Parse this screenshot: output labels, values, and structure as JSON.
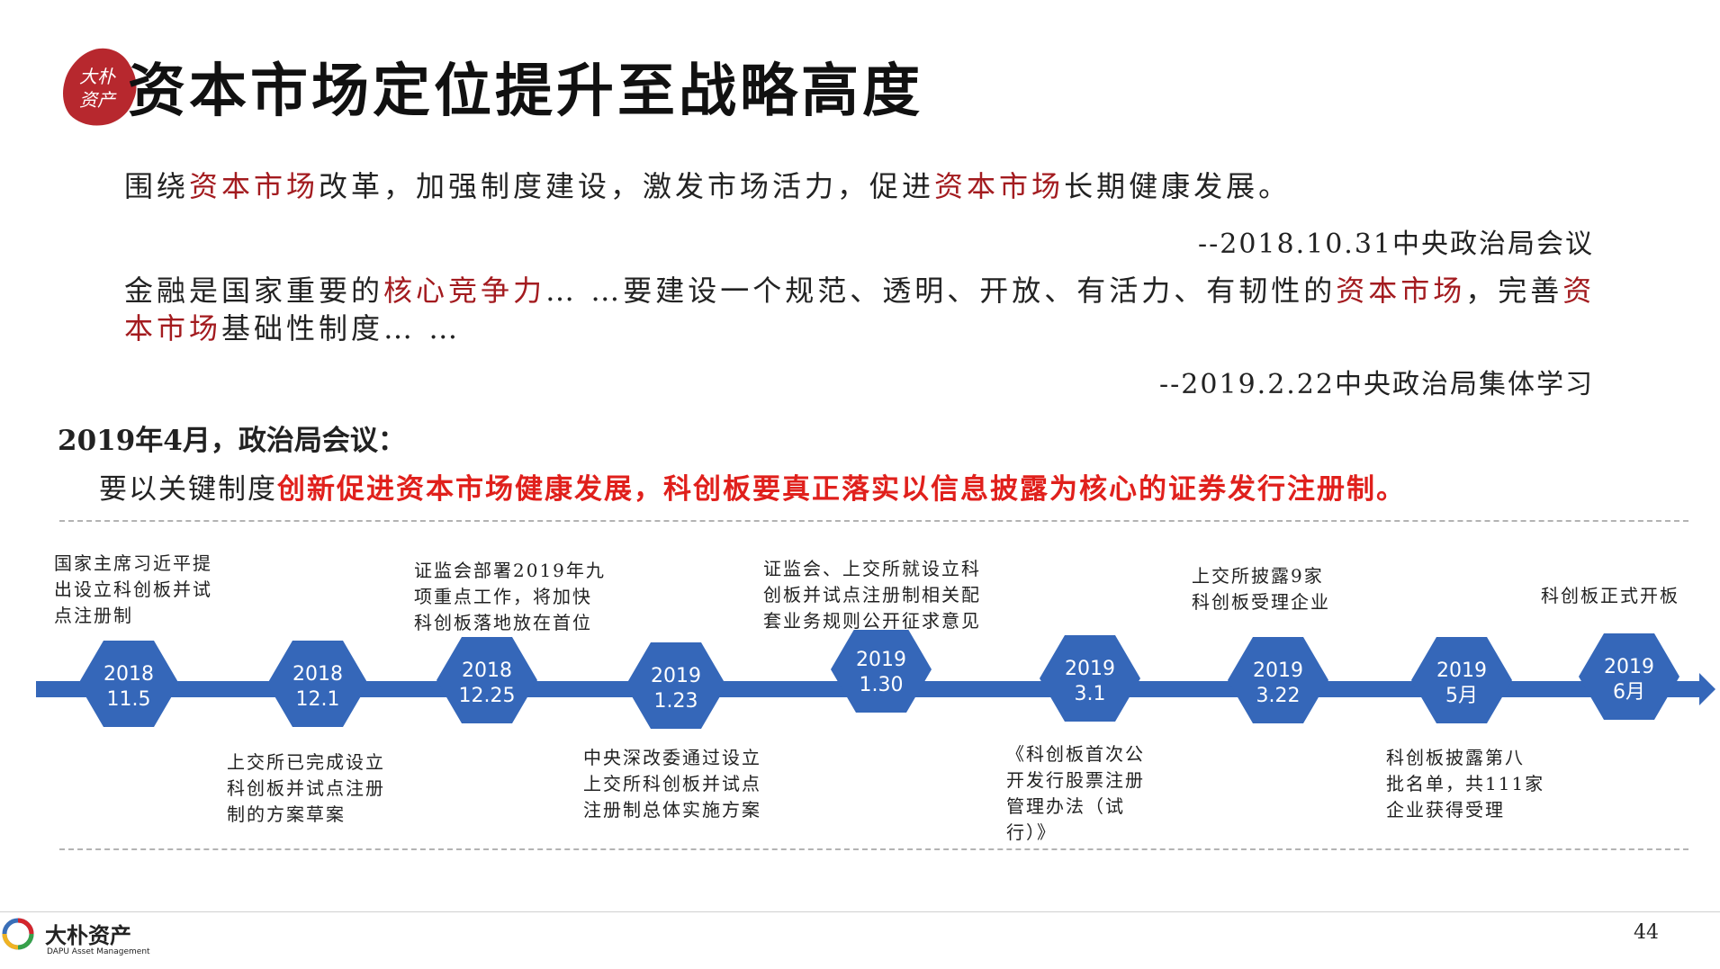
{
  "header": {
    "seal_text": [
      "大朴",
      "资产"
    ],
    "title": "资本市场定位提升至战略高度"
  },
  "quotes": [
    {
      "parts": [
        {
          "text": "围绕",
          "hl": false
        },
        {
          "text": "资本市场",
          "hl": true
        },
        {
          "text": "改革，加强制度建设，激发市场活力，促进",
          "hl": false
        },
        {
          "text": "资本市场",
          "hl": true
        },
        {
          "text": "长期健康发展。",
          "hl": false
        }
      ],
      "source": "--2018.10.31中央政治局会议"
    },
    {
      "parts": [
        {
          "text": "金融是国家重要的",
          "hl": false
        },
        {
          "text": "核心竞争力",
          "hl": true
        },
        {
          "text": "… …要建设一个规范、透明、开放、有活力、有韧性的",
          "hl": false
        },
        {
          "text": "资本市场",
          "hl": true
        },
        {
          "text": "，完善",
          "hl": false
        },
        {
          "text": "资本市场",
          "hl": true
        },
        {
          "text": "基础性制度… …",
          "hl": false
        }
      ],
      "source": "--2019.2.22中央政治局集体学习"
    }
  ],
  "section": {
    "heading": "2019年4月，政治局会议：",
    "lead": "要以关键制度",
    "highlight": "创新促进资本市场健康发展，科创板要真正落实以信息披露为核心的证券发行注册制。"
  },
  "timeline": {
    "nodes": [
      {
        "year": "2018",
        "date": "11.5",
        "event": "国家主席习近平提\n出设立科创板并试\n点注册制",
        "pos": "top"
      },
      {
        "year": "2018",
        "date": "12.1",
        "event": "上交所已完成设立\n科创板并试点注册\n制的方案草案",
        "pos": "bottom"
      },
      {
        "year": "2018",
        "date": "12.25",
        "event": "证监会部署2019年九\n项重点工作，将加快\n科创板落地放在首位",
        "pos": "top"
      },
      {
        "year": "2019",
        "date": "1.23",
        "event": "中央深改委通过设立\n上交所科创板并试点\n注册制总体实施方案",
        "pos": "bottom"
      },
      {
        "year": "2019",
        "date": "1.30",
        "event": "证监会、上交所就设立科\n创板并试点注册制相关配\n套业务规则公开征求意见",
        "pos": "top"
      },
      {
        "year": "2019",
        "date": "3.1",
        "event": "《科创板首次公\n开发行股票注册\n管理办法（试\n行）》",
        "pos": "bottom"
      },
      {
        "year": "2019",
        "date": "3.22",
        "event": "上交所披露9家\n科创板受理企业",
        "pos": "top"
      },
      {
        "year": "2019",
        "date": "5月",
        "event": "科创板披露第八\n批名单，共111家\n企业获得受理",
        "pos": "bottom"
      },
      {
        "year": "2019",
        "date": "6月",
        "event": "科创板正式开板",
        "pos": "top"
      }
    ]
  },
  "footer": {
    "brand": "大朴资产",
    "brand_en": "DAPU Asset Management",
    "page_number": "44"
  },
  "colors": {
    "accent_red": "#a31b1f",
    "highlight_red": "#e0201c",
    "timeline_blue": "#3567b9"
  }
}
